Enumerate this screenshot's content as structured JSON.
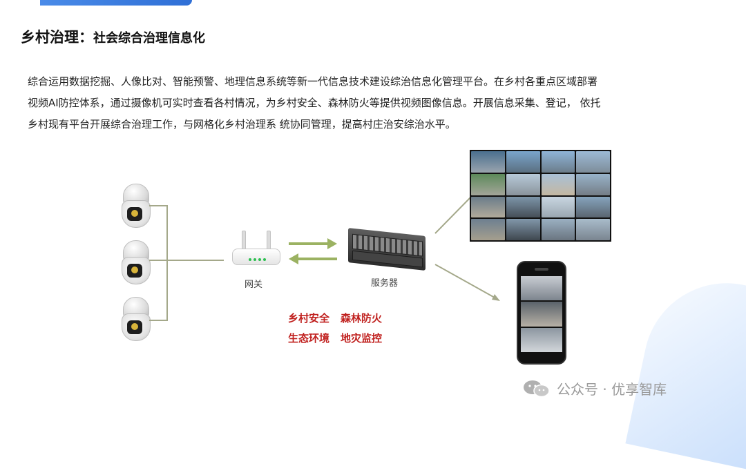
{
  "title": {
    "main": "乡村治理：",
    "sub": "社会综合治理信息化"
  },
  "paragraph": [
    "综合运用数据挖掘、人像比对、智能预警、地理信息系统等新一代信息技术建设综治信息化管理平台。在乡村各重点区域部署",
    "视频AI防控体系，通过摄像机可实时查看各村情况，为乡村安全、森林防火等提供视频图像信息。开展信息采集、登记，  依托",
    "乡村现有平台开展综合治理工作，与网格化乡村治理系 统协同管理，提高村庄治安综治水平。"
  ],
  "diagram": {
    "gateway_label": "网关",
    "server_label": "服务器",
    "features": [
      "乡村安全",
      "森林防火",
      "生态环境",
      "地灾监控"
    ],
    "colors": {
      "line": "#a4a88a",
      "arrow": "#9bb262",
      "feature_text": "#c0201e"
    }
  },
  "watermark": "公众号 · 优享智库"
}
